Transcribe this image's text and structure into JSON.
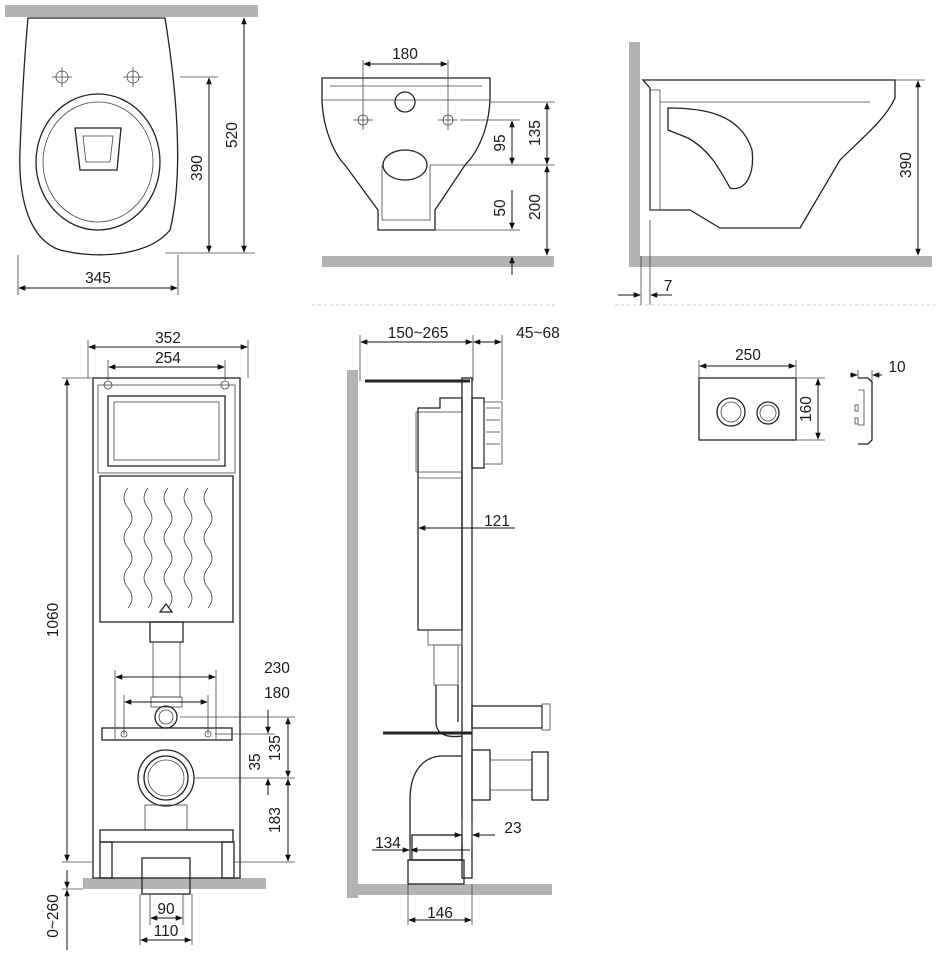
{
  "views": {
    "top_view": {
      "width": "345",
      "height_total": "520",
      "height_seat": "390"
    },
    "front_view": {
      "hole_spacing": "180",
      "pipe_offset": "95",
      "inlet_height": "135",
      "outlet_height": "200",
      "drain_height": "50"
    },
    "side_view": {
      "height": "390",
      "wall_gap": "7"
    },
    "frame_front": {
      "outer_width": "352",
      "inner_width": "254",
      "height": "1060",
      "bolt_width_outer": "230",
      "bolt_width_inner": "180",
      "spacing_35": "35",
      "spacing_135": "135",
      "drain_183": "183",
      "floor_adjust": "0~260",
      "pipe_90": "90",
      "pipe_110": "110"
    },
    "frame_side": {
      "depth": "150~265",
      "offset": "45~68",
      "tank_depth": "121",
      "elbow_offset": "134",
      "pipe_23": "23",
      "base_146": "146"
    },
    "button_plate": {
      "width": "250",
      "height": "160",
      "thickness": "10"
    }
  }
}
